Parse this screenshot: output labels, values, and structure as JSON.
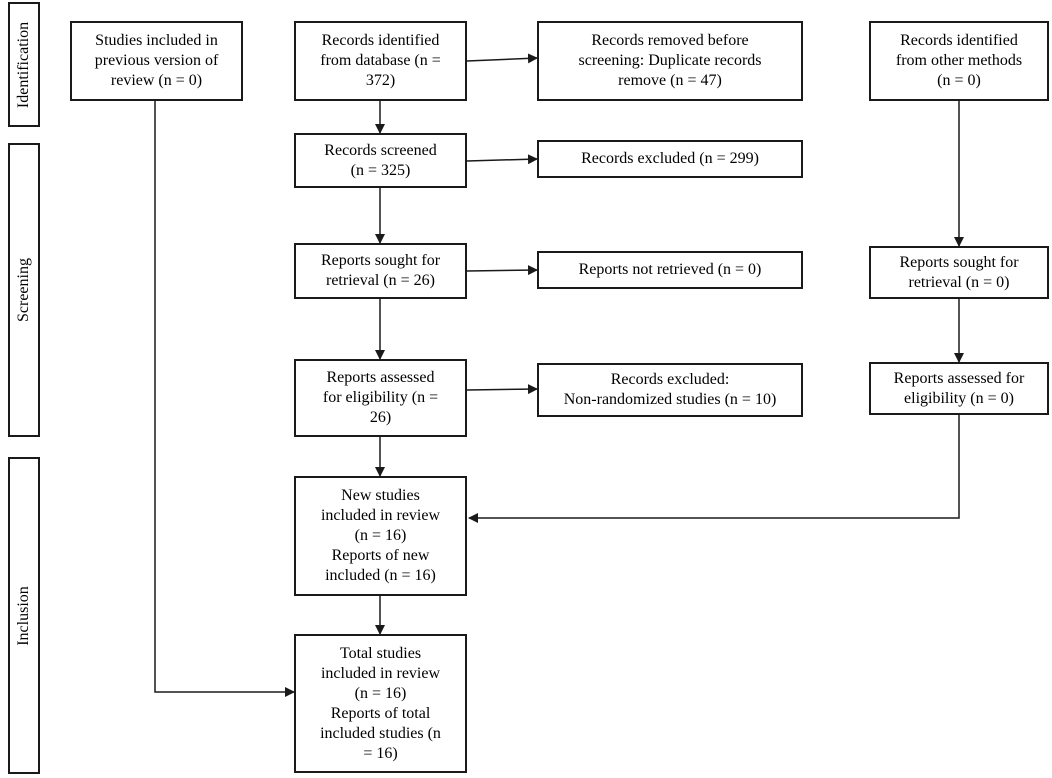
{
  "phases": {
    "identification": "Identification",
    "screening": "Screening",
    "inclusion": "Inclusion"
  },
  "boxes": {
    "previous_studies": "Studies included in\nprevious version of\nreview (n = 0)",
    "records_database": "Records identified\nfrom database (n =\n372)",
    "records_removed": "Records removed before\nscreening: Duplicate records\nremove (n = 47)",
    "records_other": "Records identified\nfrom other methods\n(n = 0)",
    "records_screened": "Records screened\n(n = 325)",
    "records_excluded": "Records excluded (n = 299)",
    "reports_sought": "Reports sought for\nretrieval (n = 26)",
    "reports_not_retrieved": "Reports not retrieved (n = 0)",
    "reports_sought_other": "Reports sought for\nretrieval (n = 0)",
    "reports_assessed": "Reports assessed\nfor eligibility (n =\n26)",
    "records_excluded_nonrandom": "Records excluded:\nNon-randomized studies (n = 10)",
    "reports_assessed_other": "Reports assessed for\neligibility (n = 0)",
    "new_studies": "New studies\nincluded in review\n(n = 16)\nReports of new\nincluded (n = 16)",
    "total_studies": "Total studies\nincluded in review\n(n = 16)\nReports of total\nincluded studies (n\n= 16)"
  }
}
